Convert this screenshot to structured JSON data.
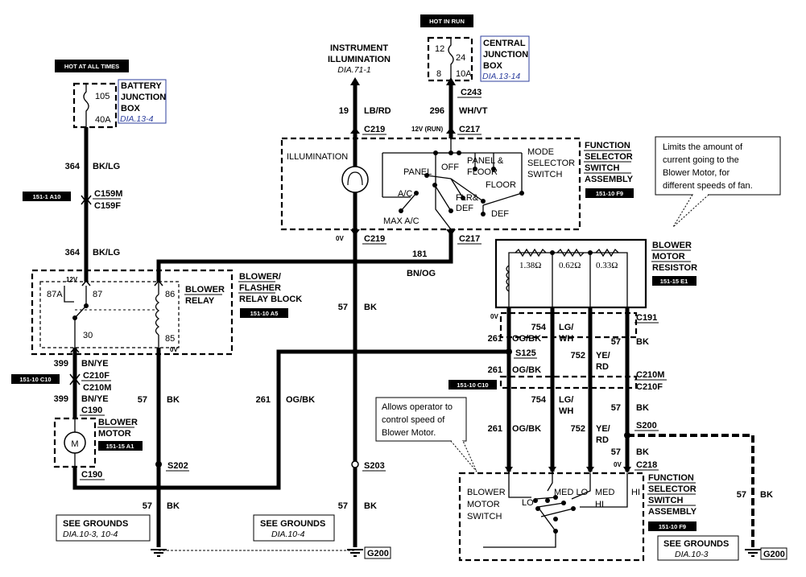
{
  "hot_labels": {
    "always": "HOT AT ALL TIMES",
    "run": "HOT IN RUN"
  },
  "battery_junction_box": {
    "name_line1": "BATTERY",
    "name_line2": "JUNCTION",
    "name_line3": "BOX",
    "ref": "DIA.13-4",
    "fuse_num": "105",
    "fuse_amp": "40A"
  },
  "central_junction_box": {
    "name_line1": "CENTRAL",
    "name_line2": "JUNCTION",
    "name_line3": "BOX",
    "ref": "DIA.13-14",
    "pin_a": "12",
    "pin_b": "8",
    "fuse_num": "24",
    "fuse_amp": "10A"
  },
  "instrument_illumination": {
    "line1": "INSTRUMENT",
    "line2": "ILLUMINATION",
    "ref": "DIA.71-1"
  },
  "wires": {
    "w364": "364",
    "bklg": "BK/LG",
    "w19": "19",
    "lbrd": "LB/RD",
    "w296": "296",
    "whvt": "WH/VT",
    "w181": "181",
    "bnog": "BN/OG",
    "w399": "399",
    "bnye": "BN/YE",
    "w57": "57",
    "bk": "BK",
    "w261": "261",
    "ogbk": "OG/BK",
    "w754": "754",
    "lgwh_1": "LG/",
    "lgwh_2": "WH",
    "w752": "752",
    "yerd_1": "YE/",
    "yerd_2": "RD"
  },
  "connectors": {
    "c243": "C243",
    "c219": "C219",
    "c217": "C217",
    "c159m": "C159M",
    "c159f": "C159F",
    "c210f": "C210F",
    "c210m": "C210M",
    "c190": "C190",
    "c191": "C191",
    "c218": "C218",
    "s125": "S125",
    "s200": "S200",
    "s202": "S202",
    "s203": "S203",
    "g200": "G200"
  },
  "voltages": {
    "v12run": "12V (RUN)",
    "v0": "0V",
    "v12": "12V"
  },
  "function_selector": {
    "line1": "FUNCTION",
    "line2": "SELECTOR",
    "line3": "SWITCH",
    "line4": "ASSEMBLY",
    "ref": "151-10 F9"
  },
  "mode_switch": {
    "illumination": "ILLUMINATION",
    "mode_line1": "MODE",
    "mode_line2": "SELECTOR",
    "mode_line3": "SWITCH",
    "panel": "PANEL",
    "off": "OFF",
    "panel_floor_1": "PANEL &",
    "panel_floor_2": "FLOOR",
    "floor": "FLOOR",
    "ac": "A/C",
    "max_ac": "MAX A/C",
    "flr_def_1": "FLR&",
    "flr_def_2": "DEF",
    "def": "DEF"
  },
  "note_top": {
    "line1": "Limits the amount of",
    "line2": "current going to the",
    "line3": "Blower Motor, for",
    "line4": "different speeds of fan."
  },
  "note_bottom": {
    "line1": "Allows operator to",
    "line2": "control speed of",
    "line3": "Blower Motor."
  },
  "blower_relay": {
    "line1": "BLOWER",
    "line2": "RELAY",
    "pin87a": "87A",
    "pin87": "87",
    "pin86": "86",
    "pin30": "30",
    "pin85": "85"
  },
  "relay_block": {
    "line1": "BLOWER/",
    "line2": "FLASHER",
    "line3": "RELAY BLOCK",
    "ref": "151-10 A5"
  },
  "blower_motor": {
    "line1": "BLOWER",
    "line2": "MOTOR",
    "ref": "151-15 A1",
    "symbol": "M"
  },
  "resistor": {
    "line1": "BLOWER",
    "line2": "MOTOR",
    "line3": "RESISTOR",
    "ref": "151-15 E1",
    "r1": "1.38Ω",
    "r2": "0.62Ω",
    "r3": "0.33Ω"
  },
  "speed_switch": {
    "line1": "BLOWER",
    "line2": "MOTOR",
    "line3": "SWITCH",
    "lo": "LO",
    "med_lo": "MED LO",
    "med_hi_1": "MED",
    "med_hi_2": "HI",
    "hi": "HI"
  },
  "refs": {
    "r151_1_a10": "151-1 A10",
    "r151_10_c10_left": "151-10 C10",
    "r151_10_c10_right": "151-10 C10",
    "r151_10_f9_bottom": "151-10 F9"
  },
  "grounds": {
    "left_title": "SEE GROUNDS",
    "left_ref": "DIA.10-3, 10-4",
    "mid_title": "SEE GROUNDS",
    "mid_ref": "DIA.10-4",
    "right_title": "SEE GROUNDS",
    "right_ref": "DIA.10-3"
  }
}
